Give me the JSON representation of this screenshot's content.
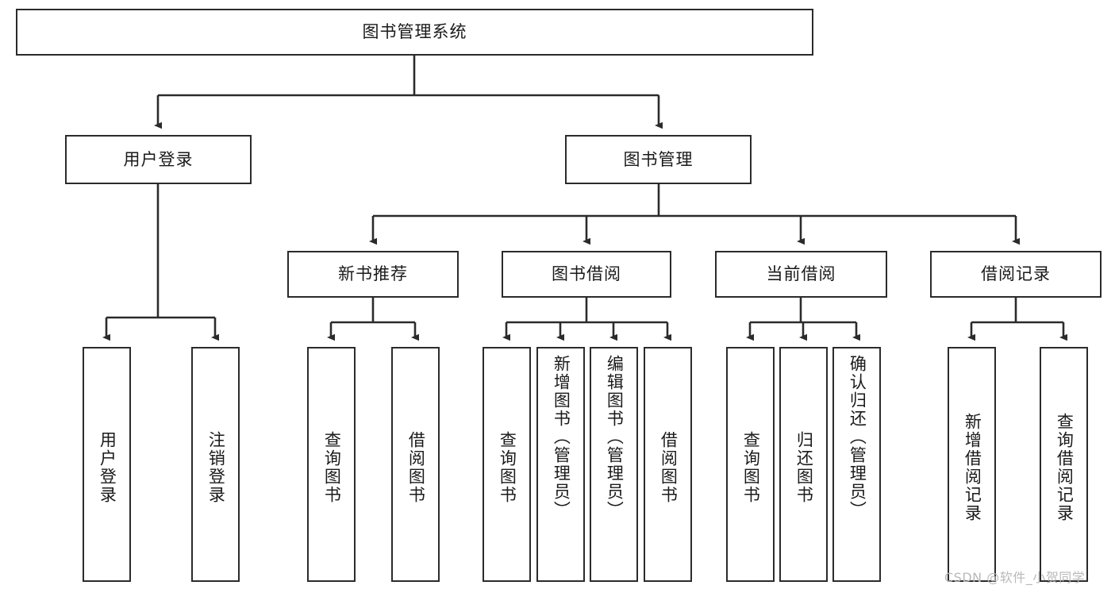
{
  "diagram": {
    "title": "图书管理系统",
    "type": "tree-hierarchy",
    "watermark": "CSDN @软件_小贺同学",
    "colors": {
      "stroke": "#2b2b2b",
      "fill": "#ffffff",
      "text": "#1a1a1a",
      "watermark": "#b9b9b9"
    },
    "levels": {
      "root": {
        "label": "图书管理系统"
      },
      "level2": [
        {
          "id": "user-login",
          "label": "用户登录"
        },
        {
          "id": "book-management",
          "label": "图书管理"
        }
      ],
      "level3": [
        {
          "id": "new-book-recommend",
          "label": "新书推荐"
        },
        {
          "id": "book-borrow",
          "label": "图书借阅"
        },
        {
          "id": "current-borrow",
          "label": "当前借阅"
        },
        {
          "id": "borrow-record",
          "label": "借阅记录"
        }
      ],
      "leaves": [
        {
          "id": "leaf-user-login",
          "label": "用户登录",
          "parent": "user-login"
        },
        {
          "id": "leaf-user-logout",
          "label": "注销登录",
          "parent": "user-login"
        },
        {
          "id": "leaf-query-book-1",
          "label": "查询图书",
          "parent": "new-book-recommend"
        },
        {
          "id": "leaf-borrow-book-1",
          "label": "借阅图书",
          "parent": "new-book-recommend"
        },
        {
          "id": "leaf-query-book-2",
          "label": "查询图书",
          "parent": "book-borrow"
        },
        {
          "id": "leaf-add-book",
          "label": "新增图书（管理员）",
          "parent": "book-borrow"
        },
        {
          "id": "leaf-edit-book",
          "label": "编辑图书（管理员）",
          "parent": "book-borrow"
        },
        {
          "id": "leaf-borrow-book-2",
          "label": "借阅图书",
          "parent": "book-borrow"
        },
        {
          "id": "leaf-query-book-3",
          "label": "查询图书",
          "parent": "current-borrow"
        },
        {
          "id": "leaf-return-book",
          "label": "归还图书",
          "parent": "current-borrow"
        },
        {
          "id": "leaf-confirm-return",
          "label": "确认归还（管理员）",
          "parent": "current-borrow"
        },
        {
          "id": "leaf-add-record",
          "label": "新增借阅记录",
          "parent": "borrow-record"
        },
        {
          "id": "leaf-query-record",
          "label": "查询借阅记录",
          "parent": "borrow-record"
        }
      ]
    }
  }
}
